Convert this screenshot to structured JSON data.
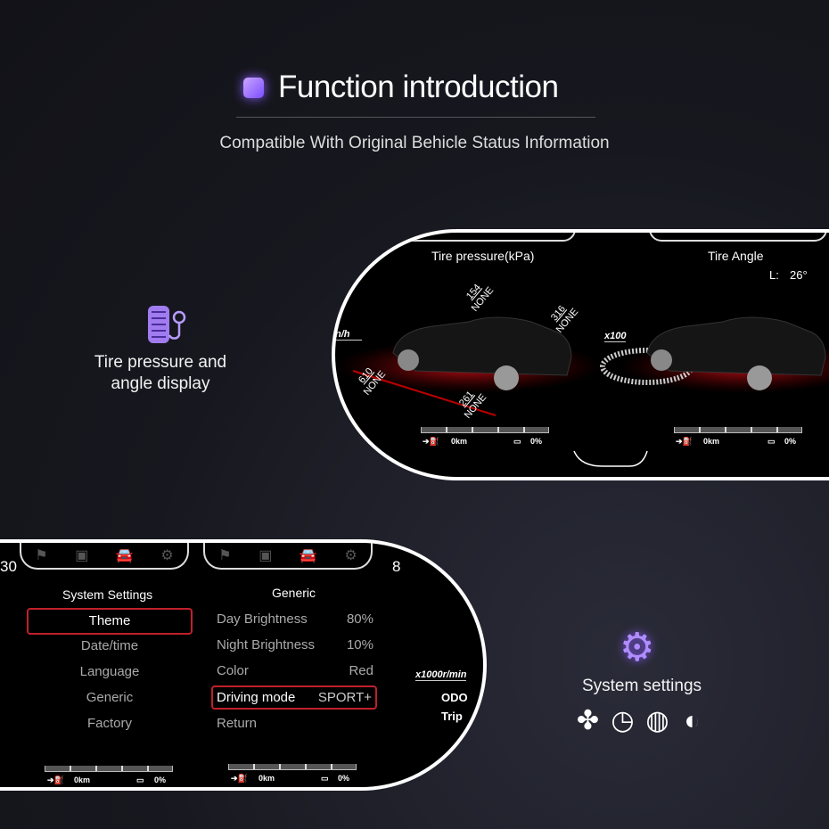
{
  "header": {
    "title": "Function introduction",
    "subtitle": "Compatible With Original Behicle Status Information"
  },
  "features": [
    {
      "label_line1": "Tire pressure and",
      "label_line2": "angle display",
      "icon": "tire-gauge-icon"
    },
    {
      "label": "System settings",
      "icon": "gear-icon",
      "sub_icons": [
        "theme-icon",
        "clock-icon",
        "globe-icon",
        "brightness-icon"
      ]
    }
  ],
  "tire_screen": {
    "pressure_title": "Tire pressure(kPa)",
    "tires": [
      {
        "value": "154",
        "status": "NONE"
      },
      {
        "value": "316",
        "status": "NONE"
      },
      {
        "value": "610",
        "status": "NONE"
      },
      {
        "value": "261",
        "status": "NONE"
      }
    ],
    "speed_unit": "n/h",
    "angle_title": "Tire Angle",
    "angle_label": "L:",
    "angle_value": "26°",
    "rpm_label": "x100",
    "range": "0km",
    "battery": "0%"
  },
  "settings_screen": {
    "gauge_left": "30",
    "gauge_right": "8",
    "menu_title": "System Settings",
    "menu": [
      "Theme",
      "Date/time",
      "Language",
      "Generic",
      "Factory"
    ],
    "selected_menu": "Theme",
    "generic_title": "Generic",
    "generic_rows": [
      {
        "label": "Day Brightness",
        "value": "80%"
      },
      {
        "label": "Night Brightness",
        "value": "10%"
      },
      {
        "label": "Color",
        "value": "Red"
      },
      {
        "label": "Driving mode",
        "value": "SPORT+"
      },
      {
        "label": "Return",
        "value": ""
      }
    ],
    "rpm_unit": "x1000r/min",
    "odo": "ODO",
    "trip": "Trip",
    "range": "0km",
    "battery": "0%"
  },
  "colors": {
    "accent": "#8a5cff",
    "highlight": "#c0202a"
  }
}
